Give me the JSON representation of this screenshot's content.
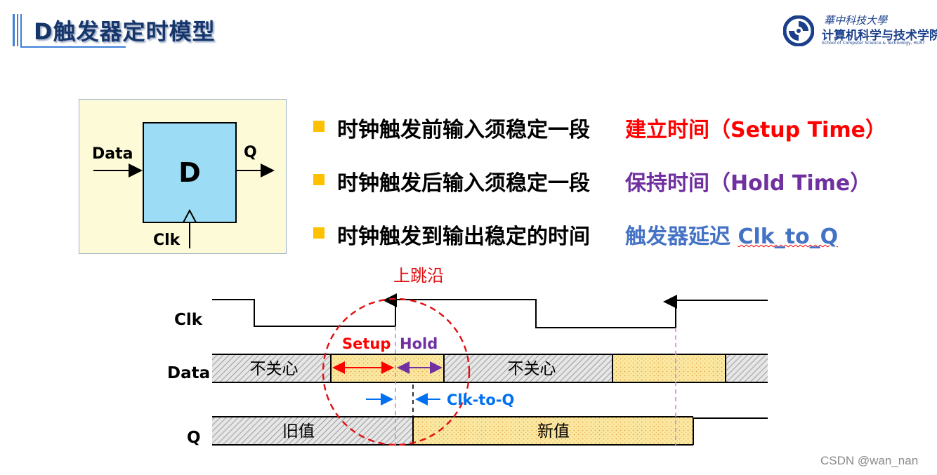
{
  "title": "D触发器定时模型",
  "logo": {
    "cn_line1": "華中科技大學",
    "cn_line2": "计算机科学与技术学院",
    "en_line": "School of Computer Science & Technology, HUST"
  },
  "dff": {
    "data_label": "Data",
    "q_label": "Q",
    "d_label": "D",
    "clk_label": "Clk"
  },
  "bullets": [
    {
      "lead": "时钟触发前输入须稳定一段",
      "term": "建立时间（Setup Time）"
    },
    {
      "lead": "时钟触发后输入须稳定一段",
      "term": "保持时间（Hold Time）"
    },
    {
      "lead": "时钟触发到输出稳定的时间",
      "term_prefix": "触发器延迟 ",
      "term_suffix": "Clk_to_Q"
    }
  ],
  "timing": {
    "edge_label": "上跳沿",
    "clk_label": "Clk",
    "data_label": "Data",
    "q_label": "Q",
    "dont_care": "不关心",
    "setup_label": "Setup",
    "hold_label": "Hold",
    "clk_to_q_label": "Clk-to-Q",
    "old_value": "旧值",
    "new_value": "新值"
  },
  "colors": {
    "title": "#16366b",
    "accent_blue": "#3c7fd8",
    "setup_red": "#ff0000",
    "hold_purple": "#7030a0",
    "clk_to_q_blue": "#0070f0",
    "bullet_gold": "#ffc000",
    "dff_fill": "#9ddcf5",
    "box_bg": "#fdfbd7",
    "stable_fill": "#fbe9a3",
    "dashed_marker": "#e67be0"
  },
  "watermark": "CSDN @wan_nan"
}
